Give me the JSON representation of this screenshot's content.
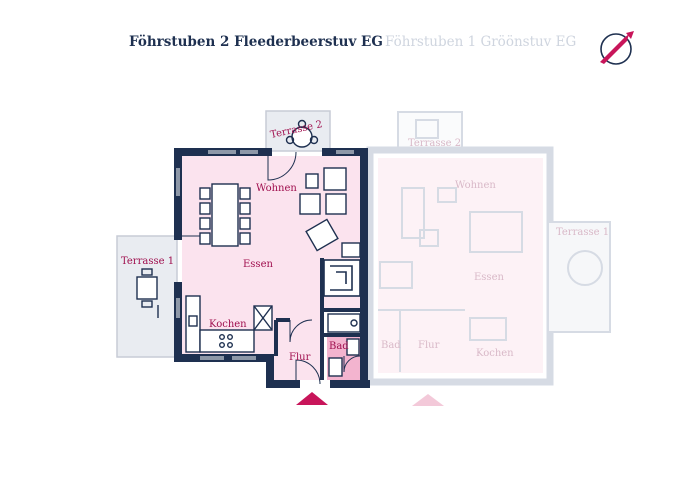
{
  "header": {
    "active_unit": "Föhrstuben 2 Fleederbeerstuv EG",
    "inactive_unit": "Föhrstuben 1 Gröönstuv EG"
  },
  "logo": {
    "icon": "compass-needle-logo",
    "colors": [
      "#c8155a",
      "#1e3050"
    ]
  },
  "colors": {
    "wall": "#1e3050",
    "room_fill": "#fbe3ee",
    "bath_fill": "#f3b4cf",
    "label": "#a0104f",
    "terrace_fill": "#e9ecf1",
    "ghost": "#d6dbe4",
    "entrance_marker": "#c8155a"
  },
  "rooms": {
    "wohnen": "Wohnen",
    "essen": "Essen",
    "kochen": "Kochen",
    "flur": "Flur",
    "bad": "Bad",
    "terrasse_1": "Terrasse 1",
    "terrasse_2": "Terrasse 2"
  },
  "ghost_rooms": {
    "wohnen": "Wohnen",
    "essen": "Essen",
    "kochen": "Kochen",
    "flur": "Flur",
    "bad": "Bad",
    "terrasse_1": "Terrasse 1",
    "terrasse_2": "Terrasse 2"
  }
}
